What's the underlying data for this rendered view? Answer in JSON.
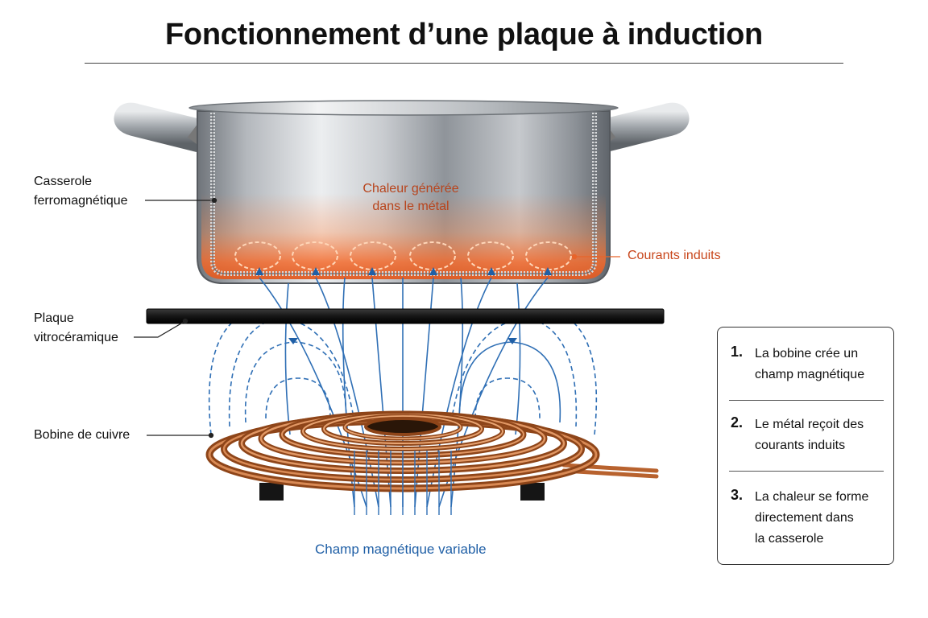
{
  "title": "Fonctionnement d’une plaque à induction",
  "labels": {
    "pot": [
      "Casserole",
      "ferromagnétique"
    ],
    "glass": [
      "Plaque",
      "vitrocéramique"
    ],
    "coil": "Bobine de cuivre",
    "heat": [
      "Chaleur générée",
      "dans le métal"
    ],
    "currents": "Courants induits",
    "field": "Champ magnétique variable"
  },
  "steps": [
    {
      "num": "1.",
      "lines": [
        "La bobine crée un",
        "champ magnétique"
      ]
    },
    {
      "num": "2.",
      "lines": [
        "Le métal reçoit des",
        "courants induits"
      ]
    },
    {
      "num": "3.",
      "lines": [
        "La chaleur se forme",
        "directement dans",
        "la casserole"
      ]
    }
  ],
  "colors": {
    "orange": "#e8642a",
    "blue": "#1f5fa6",
    "copper": "#b8622e",
    "glass": "#1b1b1b"
  }
}
